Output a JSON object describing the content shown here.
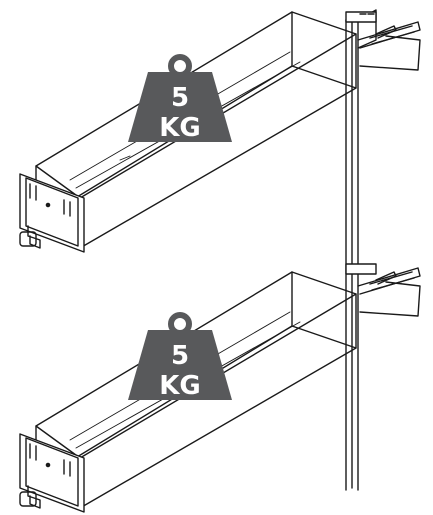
{
  "weights": [
    {
      "value": "5",
      "unit": "KG"
    },
    {
      "value": "5",
      "unit": "KG"
    }
  ],
  "colors": {
    "weight_fill": "#58595b",
    "line": "#1a1a1a",
    "background": "#ffffff"
  }
}
